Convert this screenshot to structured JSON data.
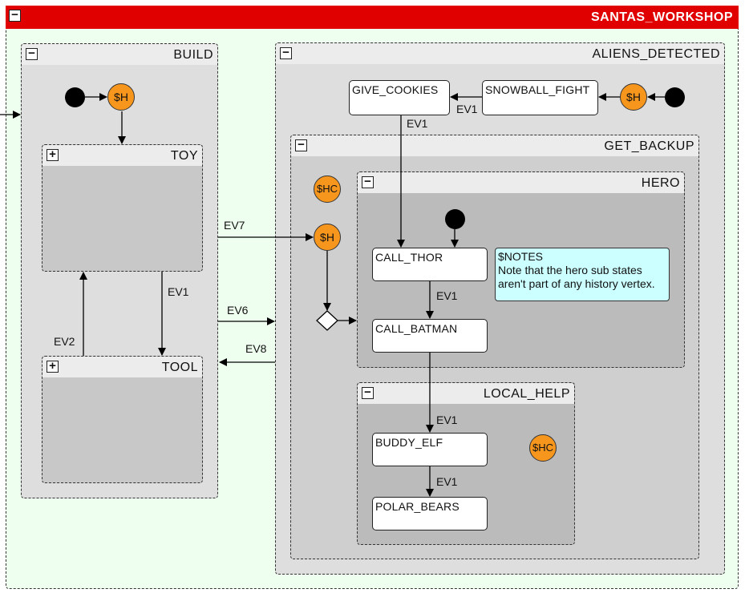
{
  "workshop": {
    "title": "SANTAS_WORKSHOP",
    "toggle": "−",
    "header_color": "#e00000",
    "fill_color": "#efffef"
  },
  "build": {
    "title": "BUILD",
    "toggle": "−"
  },
  "toy": {
    "title": "TOY",
    "toggle": "+"
  },
  "tool": {
    "title": "TOOL",
    "toggle": "+"
  },
  "aliens": {
    "title": "ALIENS_DETECTED",
    "toggle": "−"
  },
  "get_backup": {
    "title": "GET_BACKUP",
    "toggle": "−"
  },
  "hero": {
    "title": "HERO",
    "toggle": "−"
  },
  "local_help": {
    "title": "LOCAL_HELP",
    "toggle": "−"
  },
  "states": {
    "give_cookies": "GIVE_COOKIES",
    "snowball_fight": "SNOWBALL_FIGHT",
    "call_thor": "CALL_THOR",
    "call_batman": "CALL_BATMAN",
    "buddy_elf": "BUDDY_ELF",
    "polar_bears": "POLAR_BEARS"
  },
  "history": {
    "build_h": "$H",
    "aliens_h": "$H",
    "backup_hc": "$HC",
    "backup_h": "$H",
    "local_hc": "$HC",
    "color": "#f7961d"
  },
  "note": {
    "line1": "$NOTES",
    "line2": "Note that the hero sub states",
    "line3": "aren't part of any history vertex.",
    "color": "#ccffff"
  },
  "transitions": {
    "ev7": "EV7",
    "ev6": "EV6",
    "ev8": "EV8",
    "ev2": "EV2",
    "ev1_build": "EV1",
    "ev1_snowball": "EV1",
    "ev1_cookies": "EV1",
    "ev1_thor": "EV1",
    "ev1_batman": "EV1",
    "ev1_buddy": "EV1"
  }
}
